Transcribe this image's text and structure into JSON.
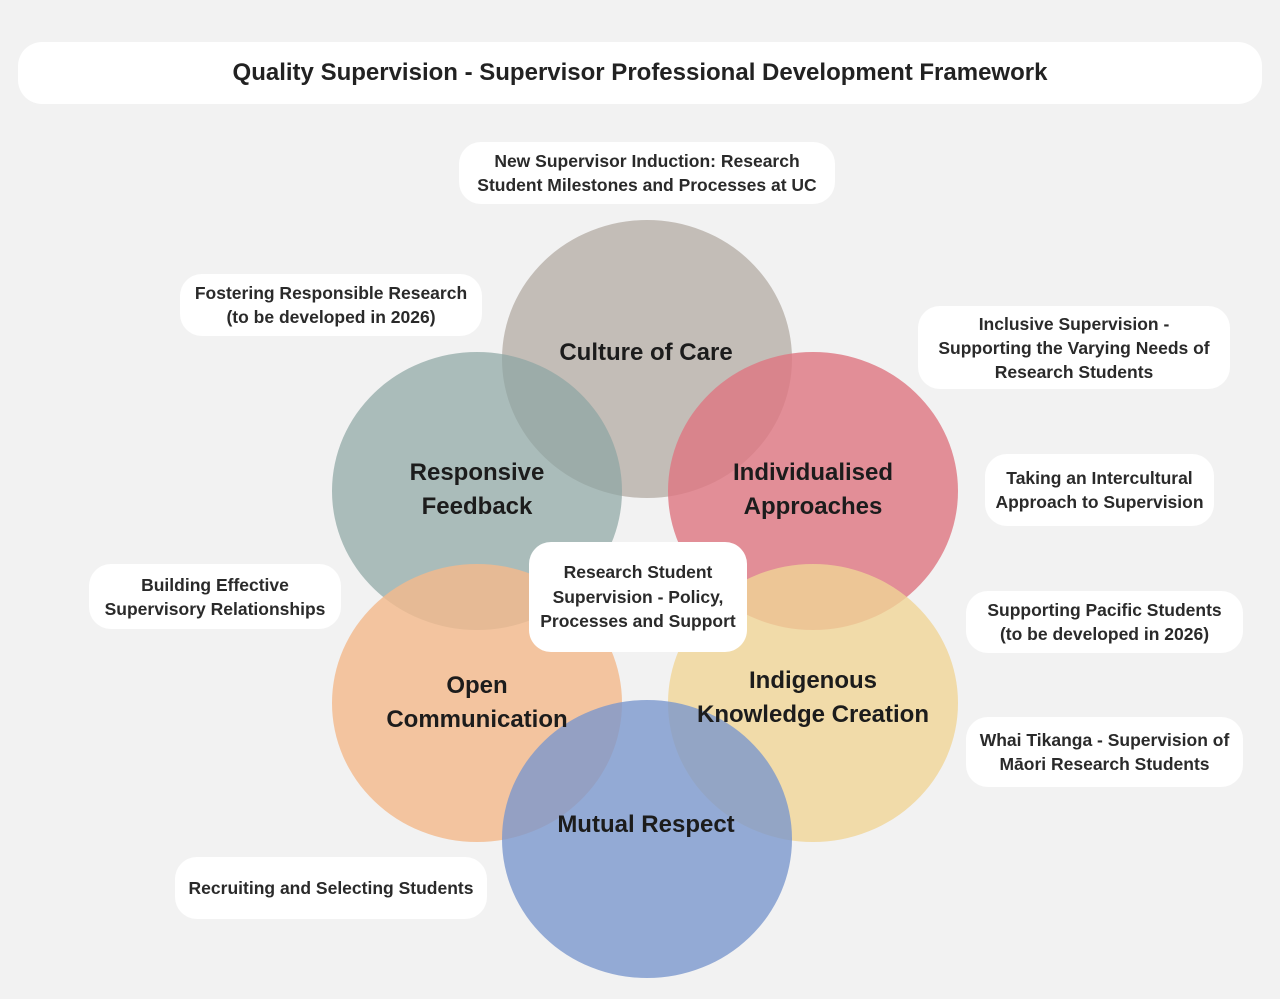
{
  "title": "Quality Supervision - Supervisor Professional Development Framework",
  "circles": {
    "culture": {
      "label": "Culture of Care",
      "color": "#c3bdb7"
    },
    "individualised": {
      "label": "Individualised\nApproaches",
      "color": "rgba(222, 120, 130, 0.82)"
    },
    "indigenous": {
      "label": "Indigenous\nKnowledge Creation",
      "color": "rgba(240, 212, 150, 0.80)"
    },
    "mutual": {
      "label": "Mutual Respect",
      "color": "rgba(120, 150, 205, 0.78)"
    },
    "open": {
      "label": "Open\nCommunication",
      "color": "rgba(243, 185, 140, 0.82)"
    },
    "responsive": {
      "label": "Responsive\nFeedback",
      "color": "rgba(140, 165, 162, 0.70)"
    }
  },
  "center": "Research Student\nSupervision - Policy,\nProcesses and Support",
  "modules": {
    "induction": "New Supervisor Induction: Research\nStudent Milestones and Processes at UC",
    "responsible": "Fostering Responsible Research\n(to be developed in 2026)",
    "inclusive": "Inclusive Supervision -\nSupporting the Varying Needs of\nResearch Students",
    "intercultural": "Taking an Intercultural\nApproach to Supervision",
    "relationships": "Building Effective\nSupervisory Relationships",
    "pacific": "Supporting Pacific Students\n(to be developed in 2026)",
    "maori": "Whai Tikanga - Supervision of\nMāori Research Students",
    "recruiting": "Recruiting and Selecting Students"
  }
}
